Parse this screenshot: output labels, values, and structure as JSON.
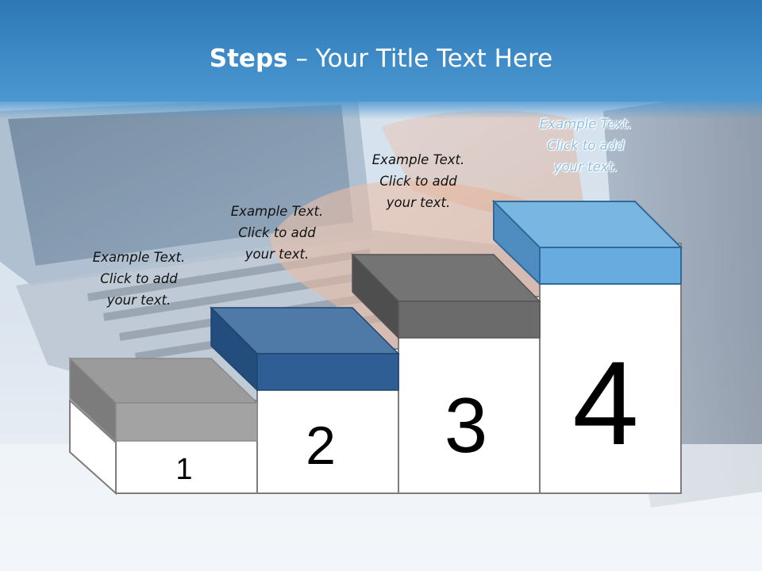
{
  "slide": {
    "title_bold": "Steps",
    "title_rest": " – Your Title Text Here"
  },
  "steps": [
    {
      "number": "1",
      "text_lines": [
        "Example Text.",
        "Click  to add",
        "your text."
      ],
      "top_color": "#9b9b9b",
      "front_color": "#a3a3a3",
      "side_color": "#7c7c7c"
    },
    {
      "number": "2",
      "text_lines": [
        "Example Text.",
        "Click  to add",
        "your text."
      ],
      "top_color": "#4f79a6",
      "front_color": "#2f5e94",
      "side_color": "#234d7c"
    },
    {
      "number": "3",
      "text_lines": [
        "Example Text.",
        "Click  to add",
        "your text."
      ],
      "top_color": "#747474",
      "front_color": "#6b6b6b",
      "side_color": "#4e4e4e"
    },
    {
      "number": "4",
      "text_lines": [
        "Example Text.",
        "Click  to add",
        "your text."
      ],
      "top_color": "#7ab6e2",
      "front_color": "#67abdf",
      "side_color": "#4f8dc0"
    }
  ],
  "background_image": "laptop-typing-photo"
}
